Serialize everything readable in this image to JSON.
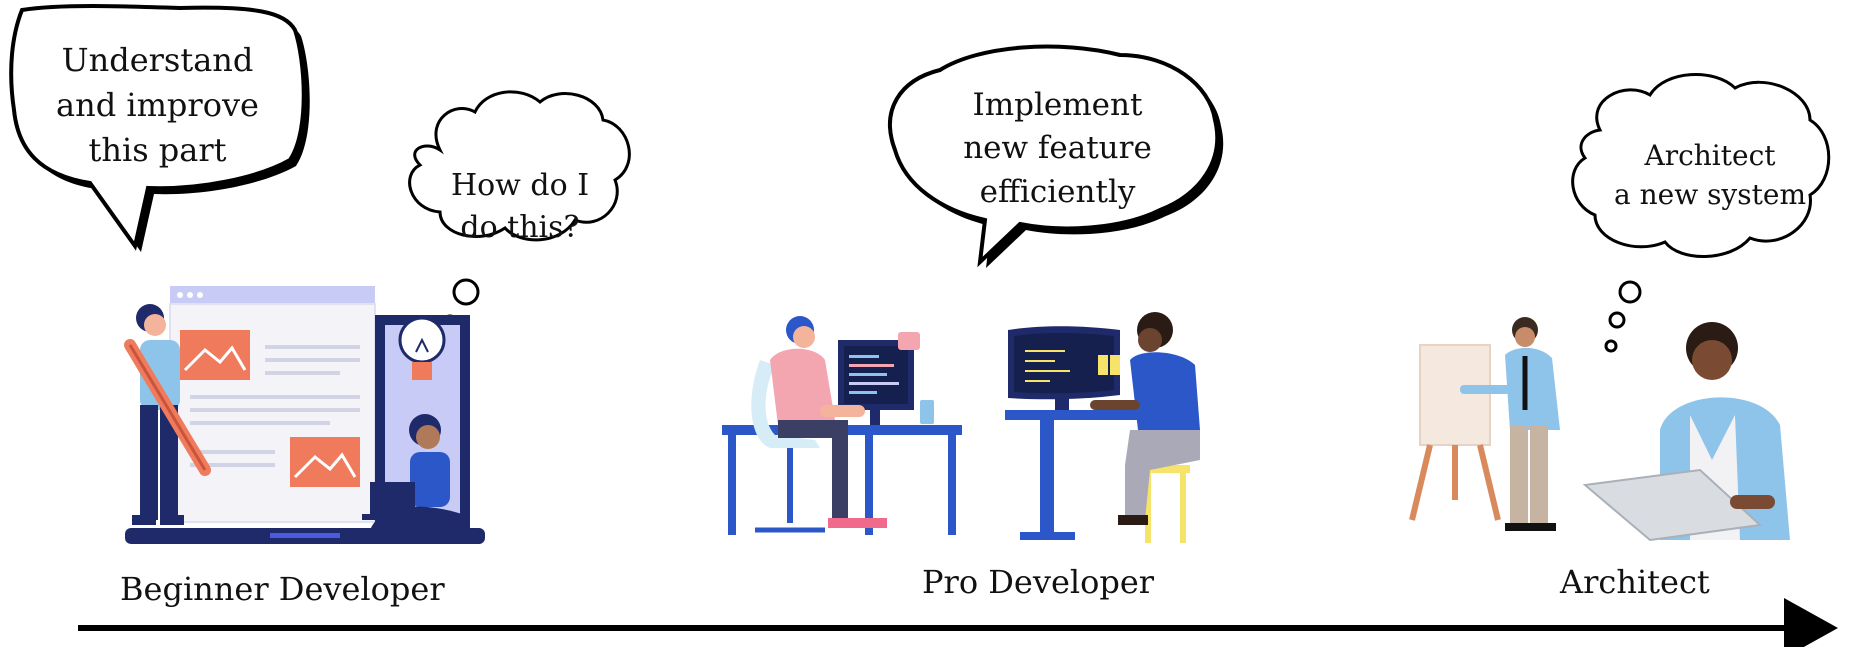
{
  "stages": [
    {
      "label": "Beginner Developer",
      "speech": [
        "Understand",
        "and improve",
        "this part"
      ],
      "thought": [
        "How do I",
        "do this?"
      ]
    },
    {
      "label": "Pro Developer",
      "speech": [
        "Implement",
        "new feature",
        "efficiently"
      ]
    },
    {
      "label": "Architect",
      "thought": [
        "Architect",
        "a new system"
      ]
    }
  ],
  "colors": {
    "navy": "#1f2a6b",
    "blue": "#2b57c9",
    "salmon": "#f07a5c",
    "lilac": "#c8cbf5",
    "lightblue": "#8ec3ea",
    "pink": "#f4a6b0"
  },
  "icons": [
    "timeline-arrow",
    "speech-bubble",
    "thought-bubble",
    "lightbulb-icon",
    "laptop-icon",
    "monitor-icon",
    "easel-icon"
  ]
}
